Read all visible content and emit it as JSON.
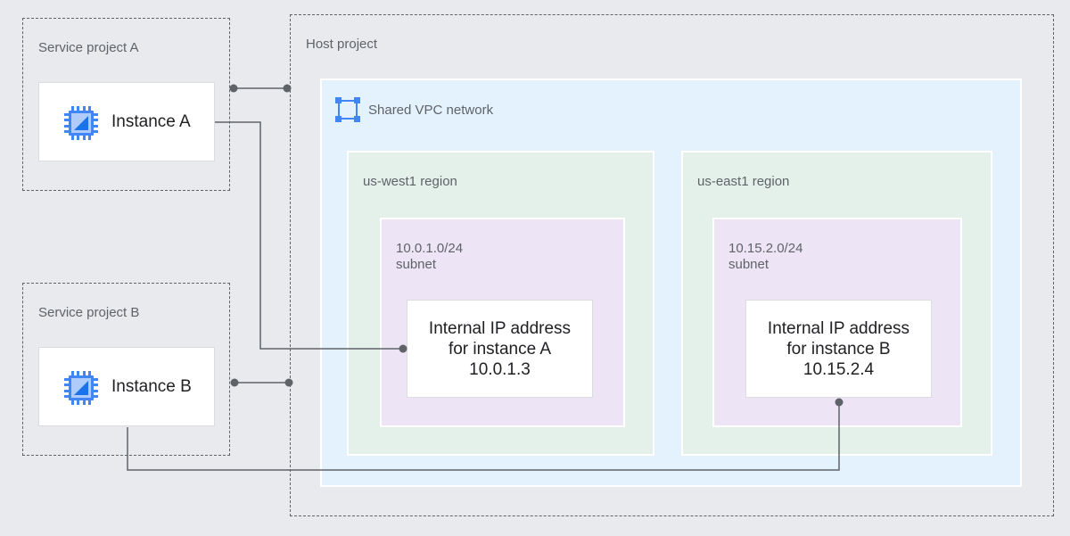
{
  "service_project_a": {
    "label": "Service project A",
    "instance": {
      "name": "Instance A",
      "icon": "compute-instance-icon"
    }
  },
  "service_project_b": {
    "label": "Service project B",
    "instance": {
      "name": "Instance B",
      "icon": "compute-instance-icon"
    }
  },
  "host_project": {
    "label": "Host project",
    "network": {
      "label": "Shared VPC network",
      "icon": "vpc-network-icon",
      "regions": [
        {
          "label": "us-west1 region",
          "subnet": {
            "cidr": "10.0.1.0/24",
            "kind": "subnet",
            "address": {
              "line1": "Internal IP address",
              "line2": "for instance A",
              "ip": "10.0.1.3"
            }
          }
        },
        {
          "label": "us-east1 region",
          "subnet": {
            "cidr": "10.15.2.0/24",
            "kind": "subnet",
            "address": {
              "line1": "Internal IP address",
              "line2": "for instance B",
              "ip": "10.15.2.4"
            }
          }
        }
      ]
    }
  },
  "colors": {
    "background": "#e8eaed",
    "vpc_fill": "#e3f2fd",
    "region_fill": "#e3f1ea",
    "subnet_fill": "#ede4f6",
    "icon_blue": "#4285f4",
    "connector": "#5f6368"
  }
}
